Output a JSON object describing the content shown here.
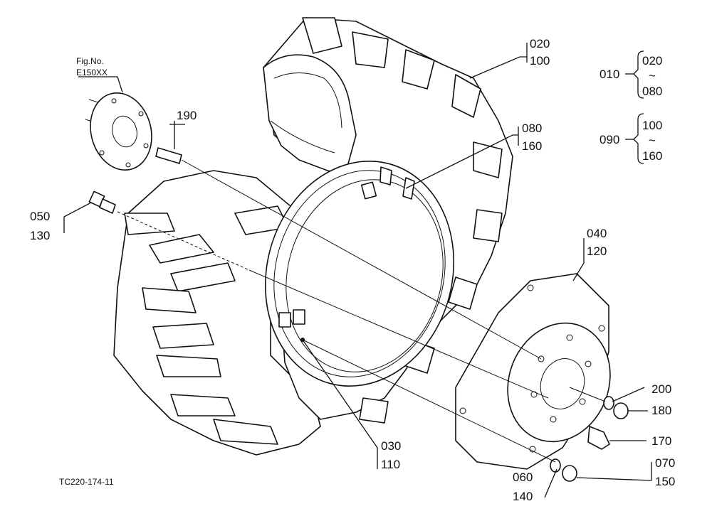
{
  "figure_ref": {
    "title": "Fig.No.",
    "code": "E150XX"
  },
  "drawing_code": "TC220-174-11",
  "callouts": {
    "c020_100": [
      "020",
      "100"
    ],
    "c080_160": [
      "080",
      "160"
    ],
    "c050_130": [
      "050",
      "130"
    ],
    "c040_120": [
      "040",
      "120"
    ],
    "c030_110": [
      "030",
      "110"
    ],
    "c060_140": [
      "060",
      "140"
    ],
    "c070_150": [
      "070",
      "150"
    ],
    "c190": "190",
    "c200": "200",
    "c180": "180",
    "c170": "170"
  },
  "groups": {
    "g010": {
      "label": "010",
      "top": "020",
      "tilde": "~",
      "bottom": "080"
    },
    "g090": {
      "label": "090",
      "top": "100",
      "tilde": "~",
      "bottom": "160"
    }
  }
}
